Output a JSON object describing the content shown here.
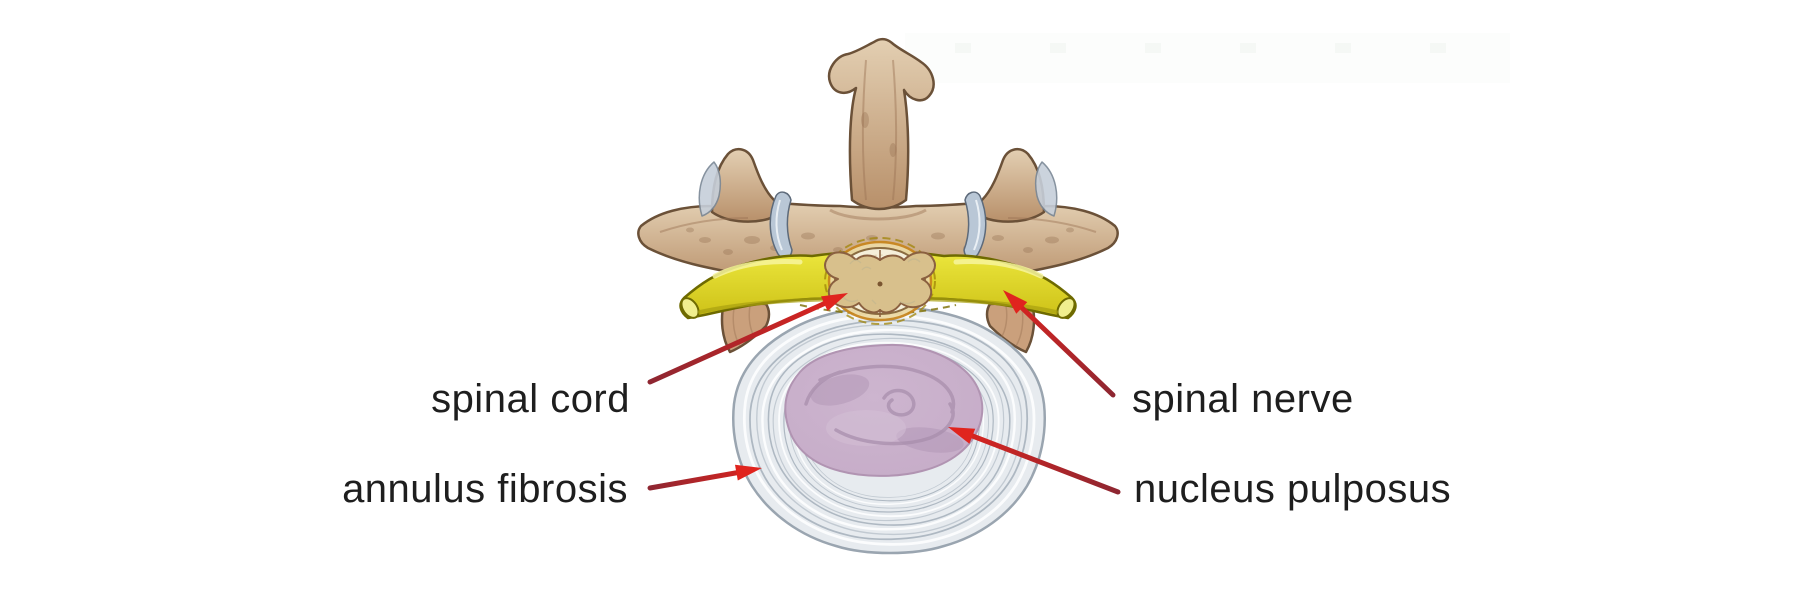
{
  "diagram": {
    "labels": {
      "spinal_cord": "spinal cord",
      "spinal_nerve": "spinal nerve",
      "annulus_fibrosis": "annulus fibrosis",
      "nucleus_pulposus": "nucleus pulposus"
    },
    "colors": {
      "background": "#ffffff",
      "label-text": "#1e1e1e",
      "arrow-red-head": "#e0241e",
      "arrow-red-tail": "#8e2631",
      "bone-light": "#e3cfb2",
      "bone-dark": "#b8906a",
      "bone-outline": "#6b5138",
      "nerve-yellow": "#ece73d",
      "nerve-yellow-dark": "#cdc117",
      "nerve-outline": "#6e6a00",
      "cartilage-blue": "#b9c7d6",
      "cord-cream": "#f5efda",
      "gray-matter-tan": "#d8c08c",
      "dura-orange": "#c8861f",
      "annulus-gray": "#e7ebef",
      "annulus-ring": "#aeb8c2",
      "nucleus-mauve": "#c5abc7"
    }
  }
}
